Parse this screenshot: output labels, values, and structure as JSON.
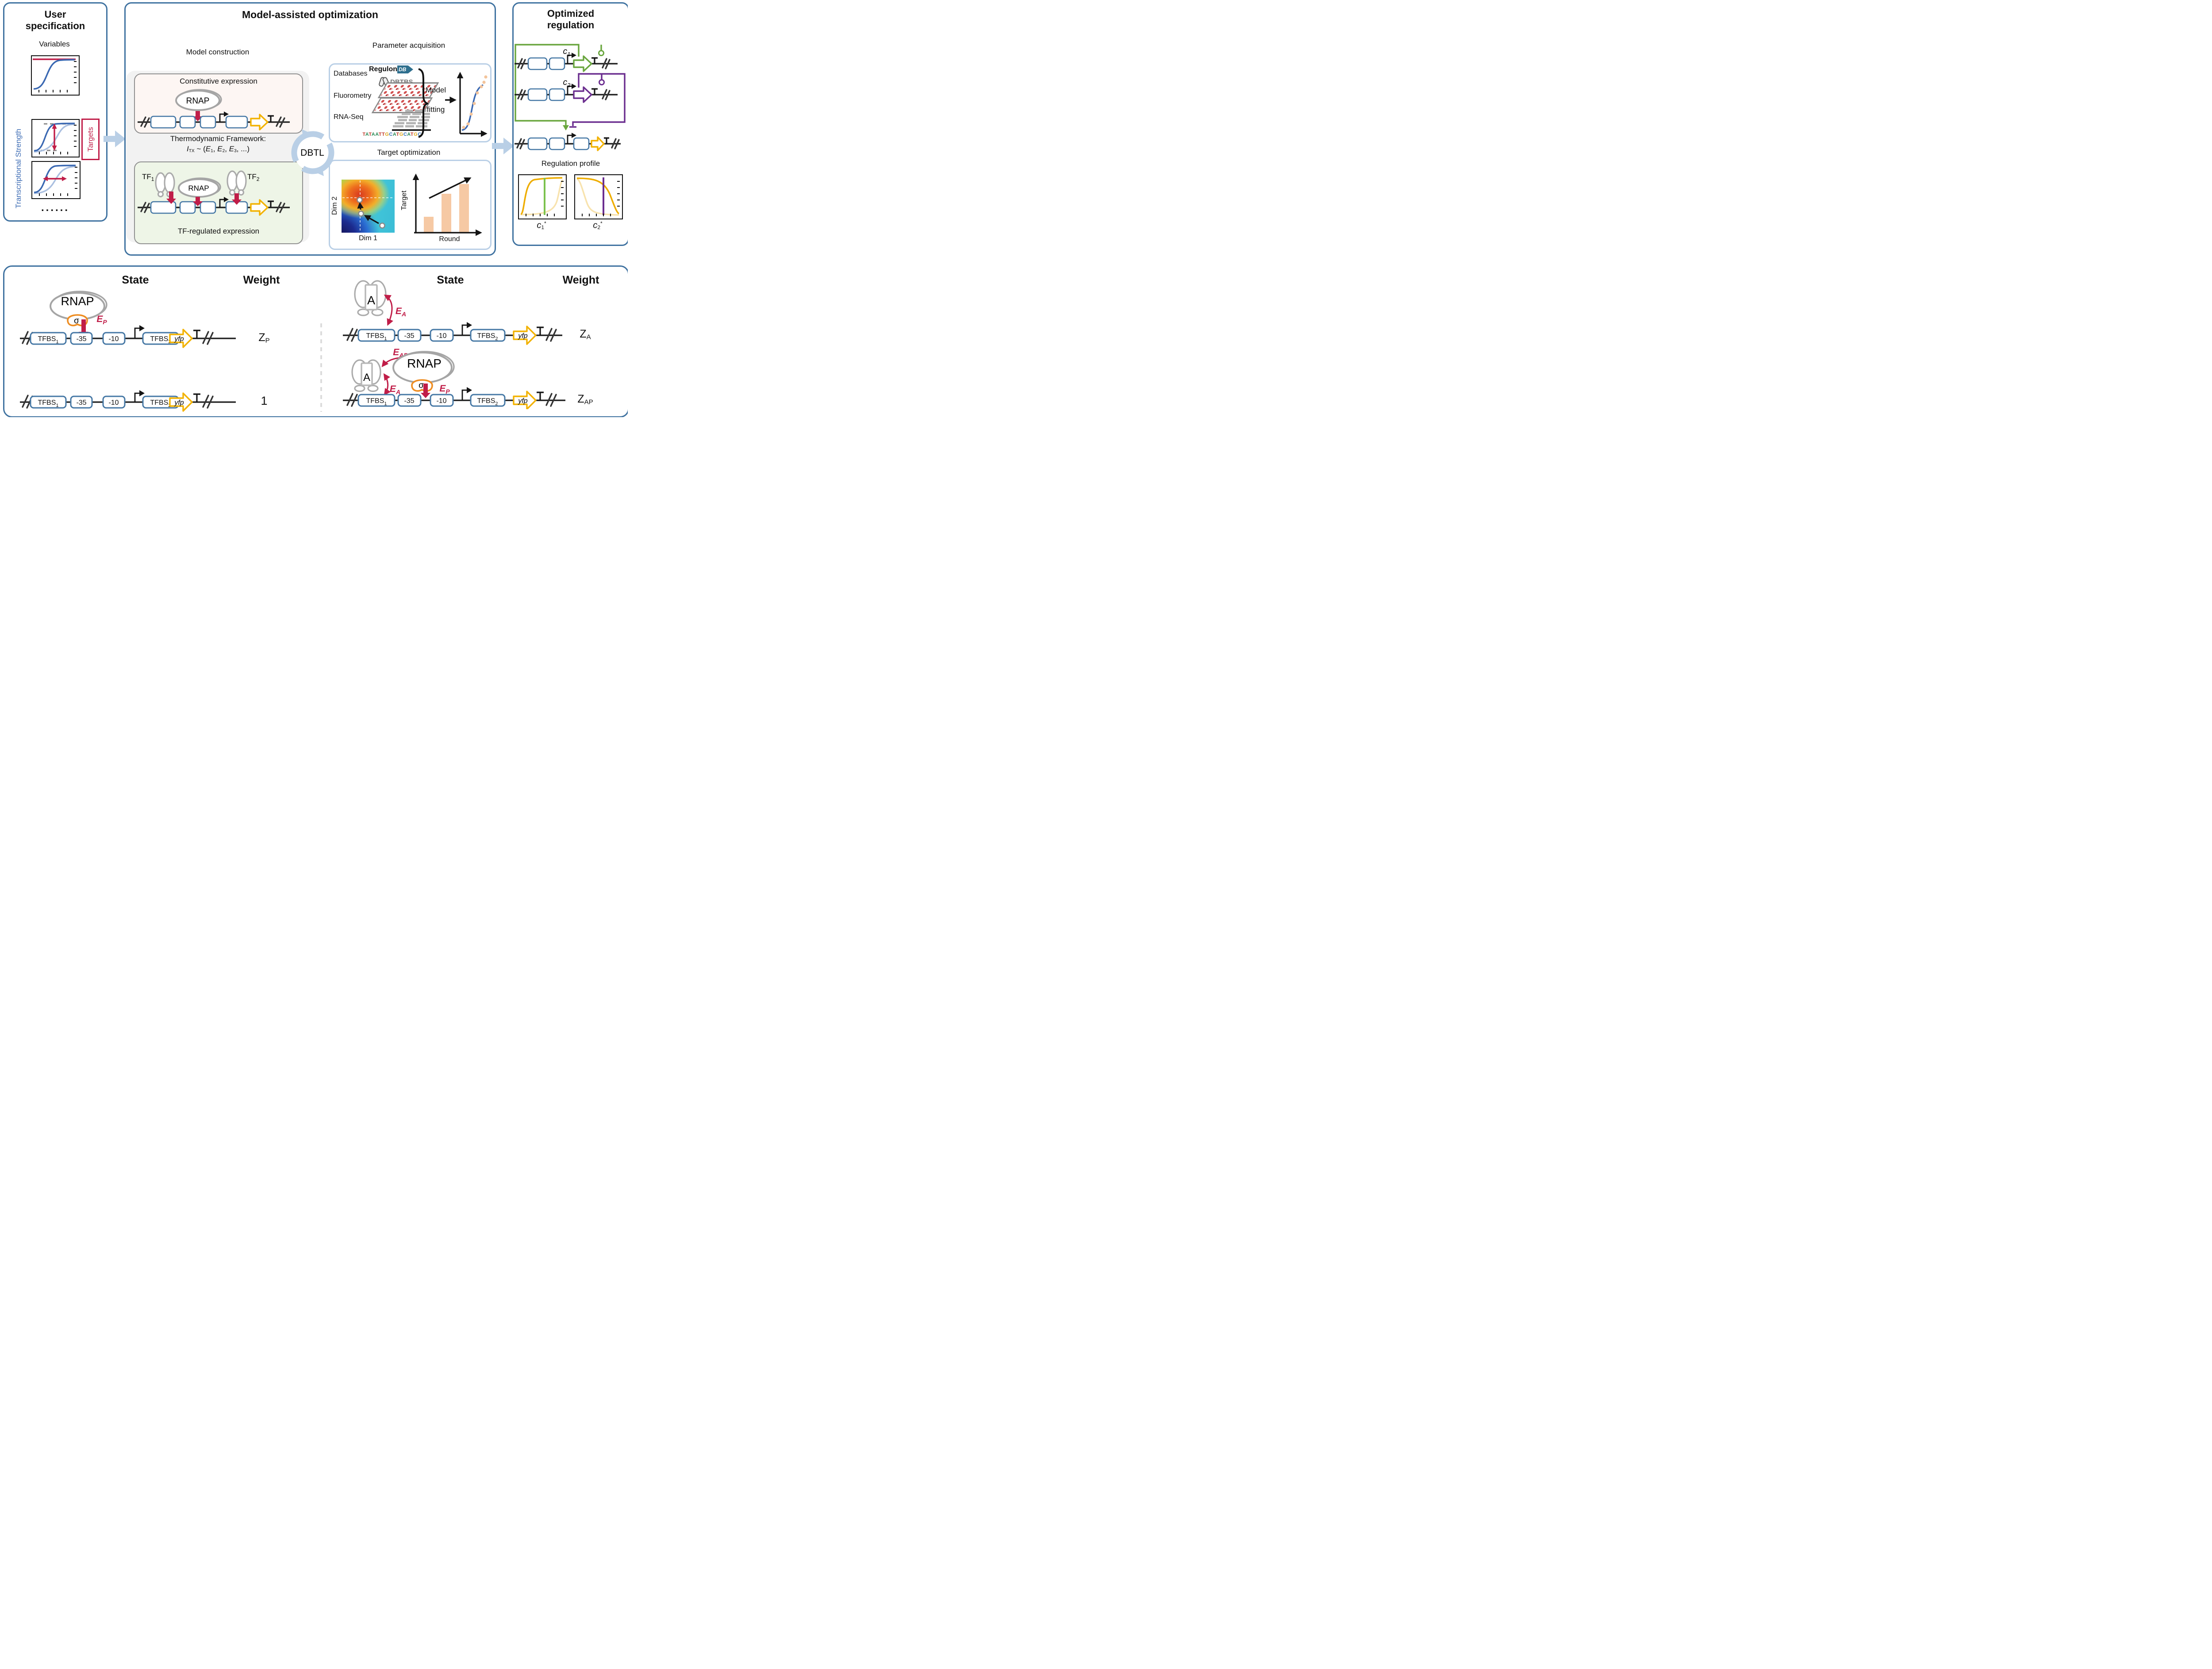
{
  "palette": {
    "panel_border": "#3f72a0",
    "accent_red": "#c01d48",
    "light_blue": "#b9cfe6",
    "green": "#6aa63f",
    "purple": "#6b2e8f",
    "yellow": "#f2b200",
    "sigma_orange": "#ee8d22",
    "blue_curve": "#3a68b2",
    "db_teal": "#2e6f8e",
    "bar_peach": "#f6c9a4",
    "base_colors": {
      "T": "#c0392b",
      "A": "#2e8b57",
      "G": "#e0a414",
      "C": "#2e6db4"
    }
  },
  "left": {
    "title": "User specification",
    "variables": "Variables",
    "y_label": "Transcriptional Strength",
    "targets": "Targets",
    "ellipsis": "......"
  },
  "middle": {
    "title": "Model-assisted optimization",
    "construction": {
      "title": "Model construction",
      "constitutive_title": "Constitutive expression",
      "rnap": "RNAP",
      "framework": "Thermodynamic Framework:",
      "f_i": "I",
      "f_i_sub": "TX",
      "f_mid": " ~ (",
      "f_e": "E",
      "f_s1": "1",
      "f_s2": "2",
      "f_s3": "3",
      "f_comma": ", ",
      "f_end": ", ...)",
      "tf_title": "TF-regulated expression",
      "tf": "TF",
      "tf1_sub": "1",
      "tf2_sub": "2"
    },
    "dbtl": "DBTL",
    "acquisition": {
      "title": "Parameter acquisition",
      "databases": "Databases",
      "regulon": "Regulon",
      "regulon_db": "DB",
      "dbtbs": "DBTBS",
      "fluorometry": "Fluorometry",
      "rna_seq": "RNA-Seq",
      "sequence": "TATAATTGCATGCATGC",
      "fit1": "Model",
      "fit2": "fitting"
    },
    "optimization": {
      "title": "Target optimization",
      "dim1": "Dim 1",
      "dim2": "Dim 2",
      "target": "Target",
      "round": "Round",
      "bar_y": [
        104,
        52,
        30
      ],
      "bar_h": [
        36,
        88,
        110
      ]
    }
  },
  "right": {
    "title1": "Optimized",
    "title2": "regulation",
    "c": "c",
    "c1_sub": "1",
    "c2_sub": "2",
    "star": "*",
    "profile_title": "Regulation profile"
  },
  "bottom": {
    "state": "State",
    "weight": "Weight",
    "tfbs": "TFBS",
    "tfbs1_sub": "1",
    "tfbs2_sub": "2",
    "m35": "-35",
    "m10": "-10",
    "gene": "yfp",
    "rnap": "RNAP",
    "sigma": "σ",
    "a": "A",
    "e": "E",
    "p_sub": "P",
    "a_sub": "A",
    "ap_sub": "AP",
    "z": "Z",
    "one": "1"
  }
}
